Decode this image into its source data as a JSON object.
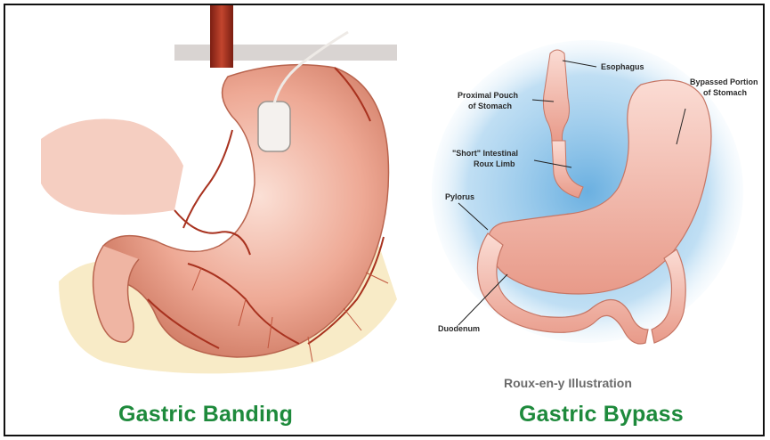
{
  "captions": {
    "left": "Gastric Banding",
    "right": "Gastric Bypass"
  },
  "bypass_labels": {
    "esophagus": "Esophagus",
    "proximal_pouch_1": "Proximal Pouch",
    "proximal_pouch_2": "of Stomach",
    "bypassed_1": "Bypassed Portion",
    "bypassed_2": "of Stomach",
    "short_1": "\"Short\" Intestinal",
    "short_2": "Roux Limb",
    "pylorus": "Pylorus",
    "duodenum": "Duodenum",
    "illustration_title": "Roux-en-y Illustration"
  },
  "colors": {
    "caption": "#1e8a3c",
    "stomach_fill": "#f2b7a8",
    "vessel": "#a8321f",
    "glow": "#5aa7dd"
  }
}
